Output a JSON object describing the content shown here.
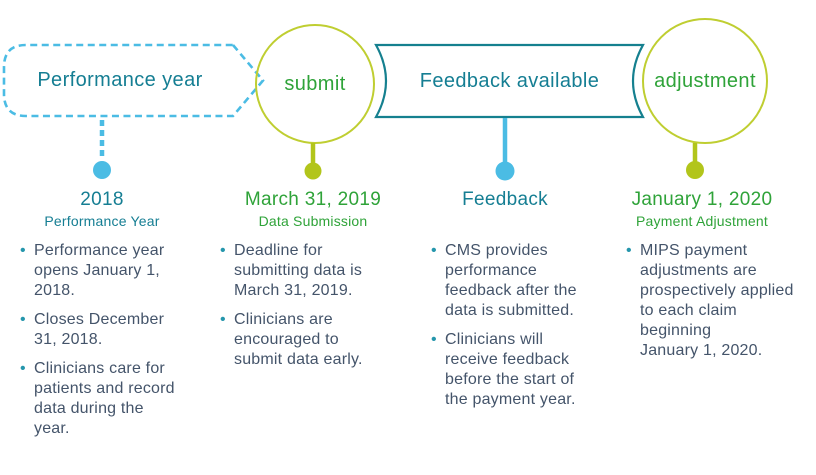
{
  "palette": {
    "sky_blue": "#4BBCE4",
    "teal_text": "#157E93",
    "teal_stroke": "#15808F",
    "olive_stroke": "#BFCE31",
    "olive_fill": "#B2C51B",
    "green_text": "#2FA339",
    "body_text": "#44546A",
    "bullet_dot": "#2596AC"
  },
  "timeline": {
    "stages": [
      {
        "shape": "dashed-chevron",
        "label": "Performance year"
      },
      {
        "shape": "circle",
        "label": "submit"
      },
      {
        "shape": "banner",
        "label": "Feedback available"
      },
      {
        "shape": "circle",
        "label": "adjustment"
      }
    ]
  },
  "columns": [
    {
      "date": "2018",
      "subtitle": "Performance Year",
      "bullets": [
        "Performance year\nopens January 1,\n2018.",
        "Closes December\n31, 2018.",
        "Clinicians care for\npatients and record\ndata during the\nyear."
      ]
    },
    {
      "date": "March 31, 2019",
      "subtitle": "Data Submission",
      "bullets": [
        "Deadline for\nsubmitting data is\nMarch 31, 2019.",
        "Clinicians are\nencouraged to\nsubmit data early."
      ]
    },
    {
      "date": "Feedback",
      "subtitle": "",
      "bullets": [
        "CMS provides\nperformance\nfeedback after the\ndata is submitted.",
        "Clinicians will\nreceive feedback\nbefore the start of\nthe payment year."
      ]
    },
    {
      "date": "January 1, 2020",
      "subtitle": "Payment Adjustment",
      "bullets": [
        "MIPS payment\nadjustments are\nprospectively applied\nto each claim\nbeginning\nJanuary 1, 2020."
      ]
    }
  ]
}
